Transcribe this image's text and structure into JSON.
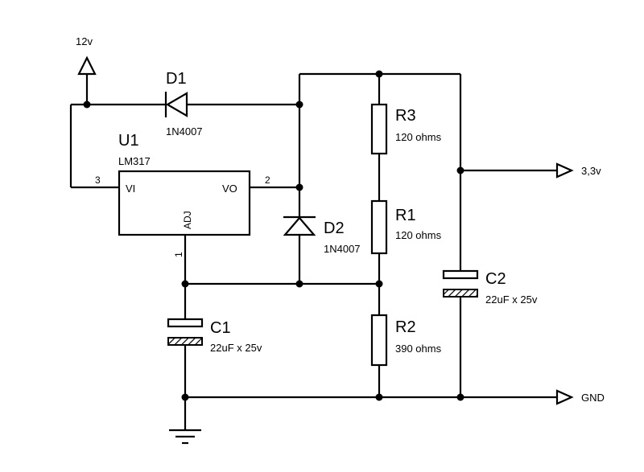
{
  "components": {
    "d1": {
      "ref": "D1",
      "value": "1N4007"
    },
    "d2": {
      "ref": "D2",
      "value": "1N4007"
    },
    "u1": {
      "ref": "U1",
      "value": "LM317",
      "pin_vi": "VI",
      "pin_vo": "VO",
      "pin_adj": "ADJ",
      "pin_num_vi": "3",
      "pin_num_vo": "2",
      "pin_num_adj": "1"
    },
    "r1": {
      "ref": "R1",
      "value": "120 ohms"
    },
    "r2": {
      "ref": "R2",
      "value": "390 ohms"
    },
    "r3": {
      "ref": "R3",
      "value": "120 ohms"
    },
    "c1": {
      "ref": "C1",
      "value": "22uF x 25v"
    },
    "c2": {
      "ref": "C2",
      "value": "22uF x 25v"
    }
  },
  "ports": {
    "power_in": "12v",
    "output": "3,3v",
    "ground": "GND"
  }
}
